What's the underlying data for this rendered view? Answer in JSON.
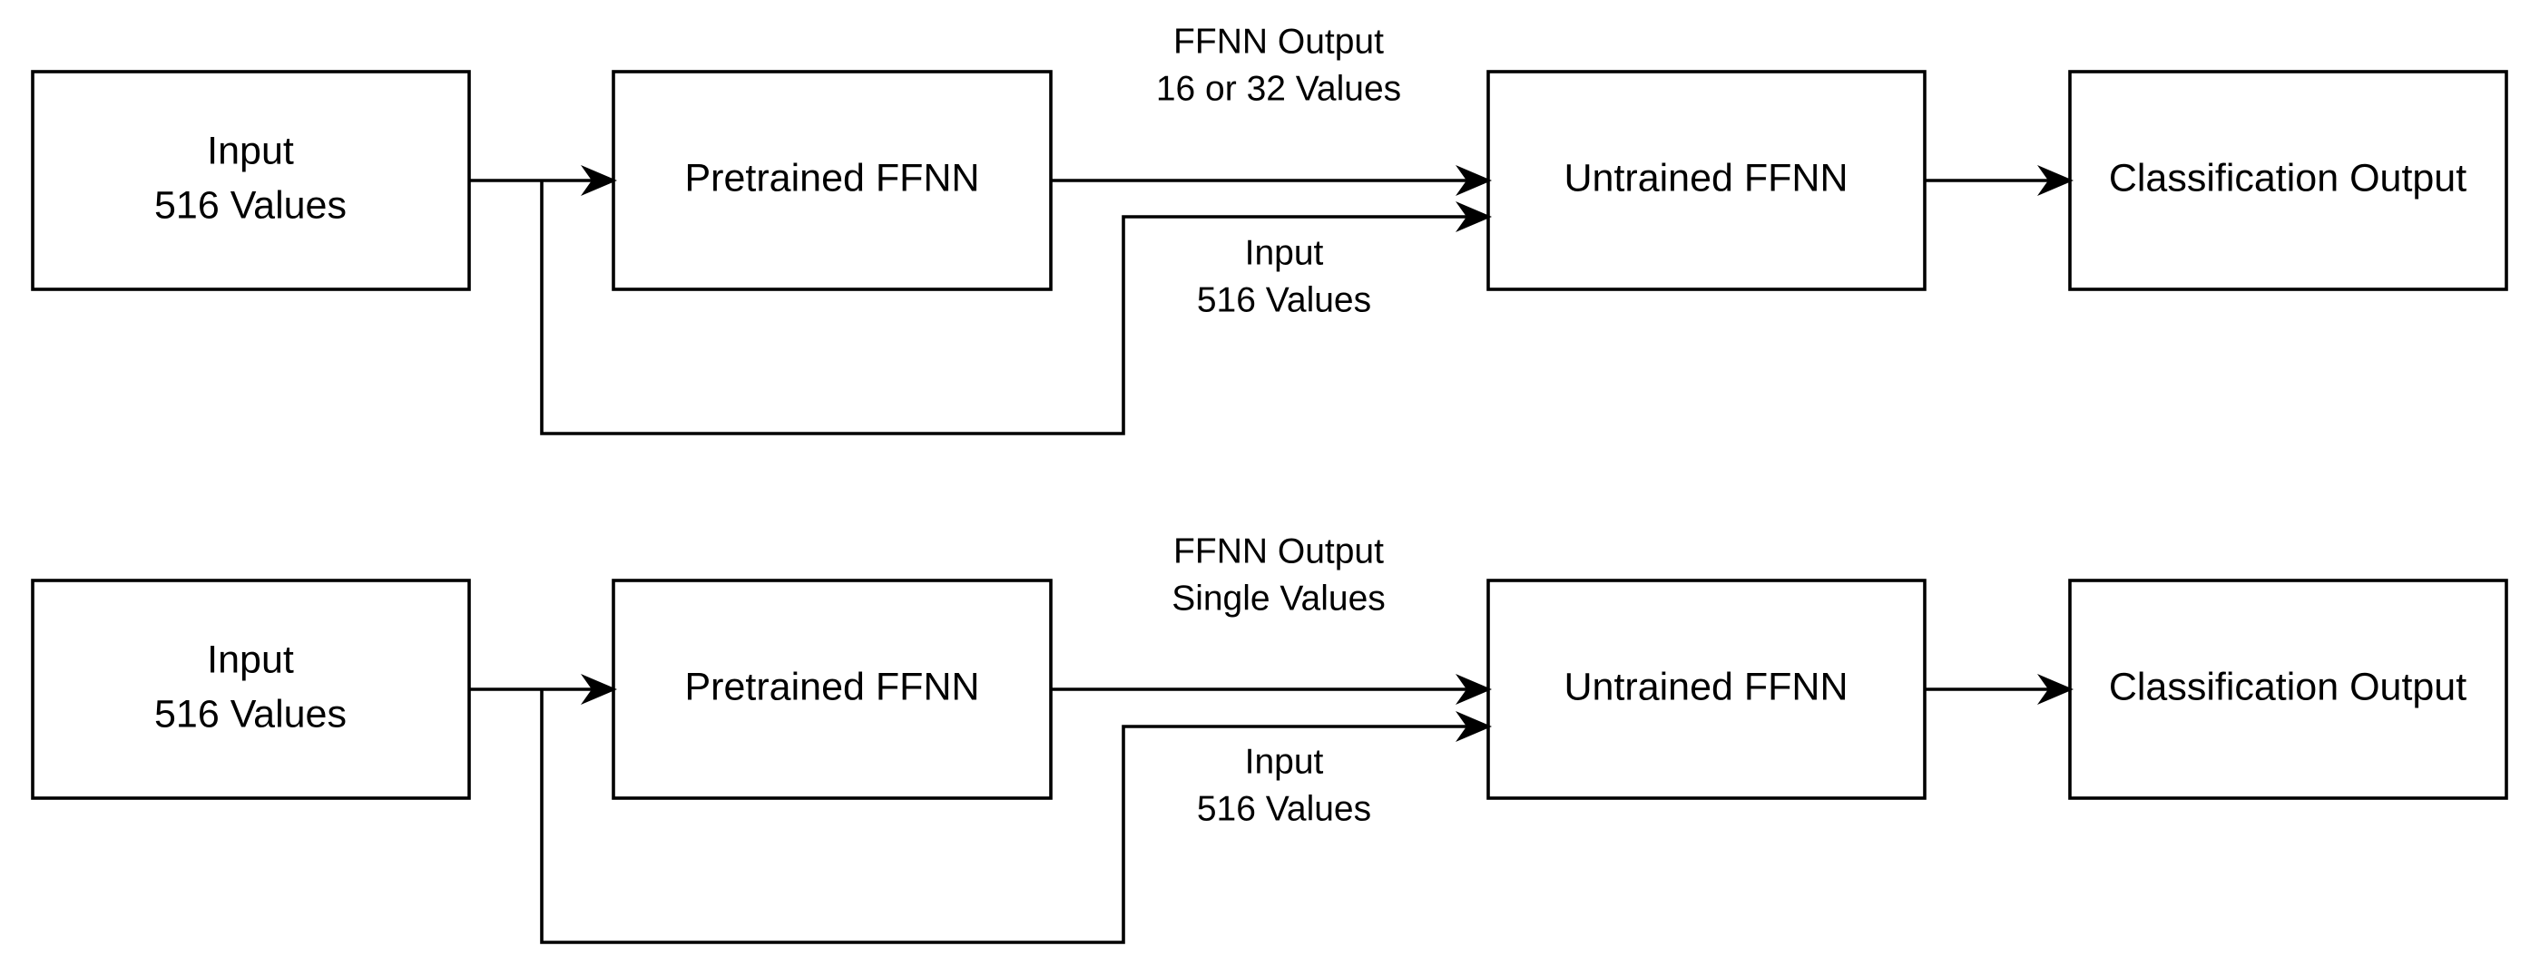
{
  "colors": {
    "stroke": "#000000",
    "background": "#ffffff"
  },
  "diagrams": [
    {
      "input_box": {
        "line1": "Input",
        "line2": "516 Values"
      },
      "pretrained_box": {
        "label": "Pretrained FFNN"
      },
      "untrained_box": {
        "label": "Untrained FFNN"
      },
      "output_box": {
        "label": "Classification Output"
      },
      "ffnn_output_edge": {
        "line1": "FFNN Output",
        "line2": "16 or 32 Values"
      },
      "input_skip_edge": {
        "line1": "Input",
        "line2": "516 Values"
      }
    },
    {
      "input_box": {
        "line1": "Input",
        "line2": "516 Values"
      },
      "pretrained_box": {
        "label": "Pretrained FFNN"
      },
      "untrained_box": {
        "label": "Untrained FFNN"
      },
      "output_box": {
        "label": "Classification Output"
      },
      "ffnn_output_edge": {
        "line1": "FFNN Output",
        "line2": "Single Values"
      },
      "input_skip_edge": {
        "line1": "Input",
        "line2": "516 Values"
      }
    }
  ]
}
